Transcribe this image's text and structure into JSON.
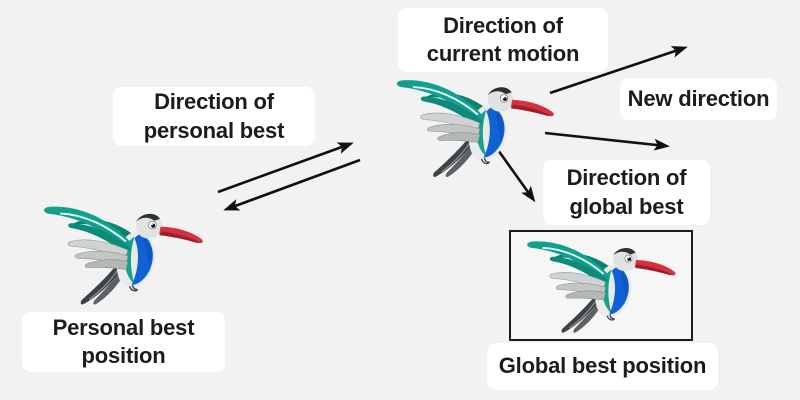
{
  "diagram": {
    "labels": {
      "direction_personal_best": "Direction of\npersonal best",
      "direction_current_motion": "Direction of\ncurrent motion",
      "new_direction": "New direction",
      "direction_global_best": "Direction of\nglobal best",
      "personal_best_position": "Personal best\nposition",
      "global_best_position": "Global best position"
    },
    "icons": {
      "current_particle": "hummingbird-icon",
      "personal_best_particle": "hummingbird-icon",
      "global_best_particle": "hummingbird-icon",
      "arrow_personal_best_forward": "arrow-up-right-icon",
      "arrow_personal_best_back": "arrow-down-left-icon",
      "arrow_current_motion": "arrow-up-right-icon",
      "arrow_new_direction": "arrow-right-icon",
      "arrow_global_best": "arrow-down-right-icon"
    },
    "colors": {
      "background": "#f2f2f2",
      "label_background": "#ffffff",
      "label_text": "#1c1c1c",
      "arrow": "#111111",
      "global_best_box_border": "#1a1a1a",
      "bird_wing_teal": "#12a08d",
      "bird_chest_blue": "#1062d4",
      "bird_beak_red": "#d62f3d",
      "bird_tail_gray": "#3d4246"
    }
  }
}
